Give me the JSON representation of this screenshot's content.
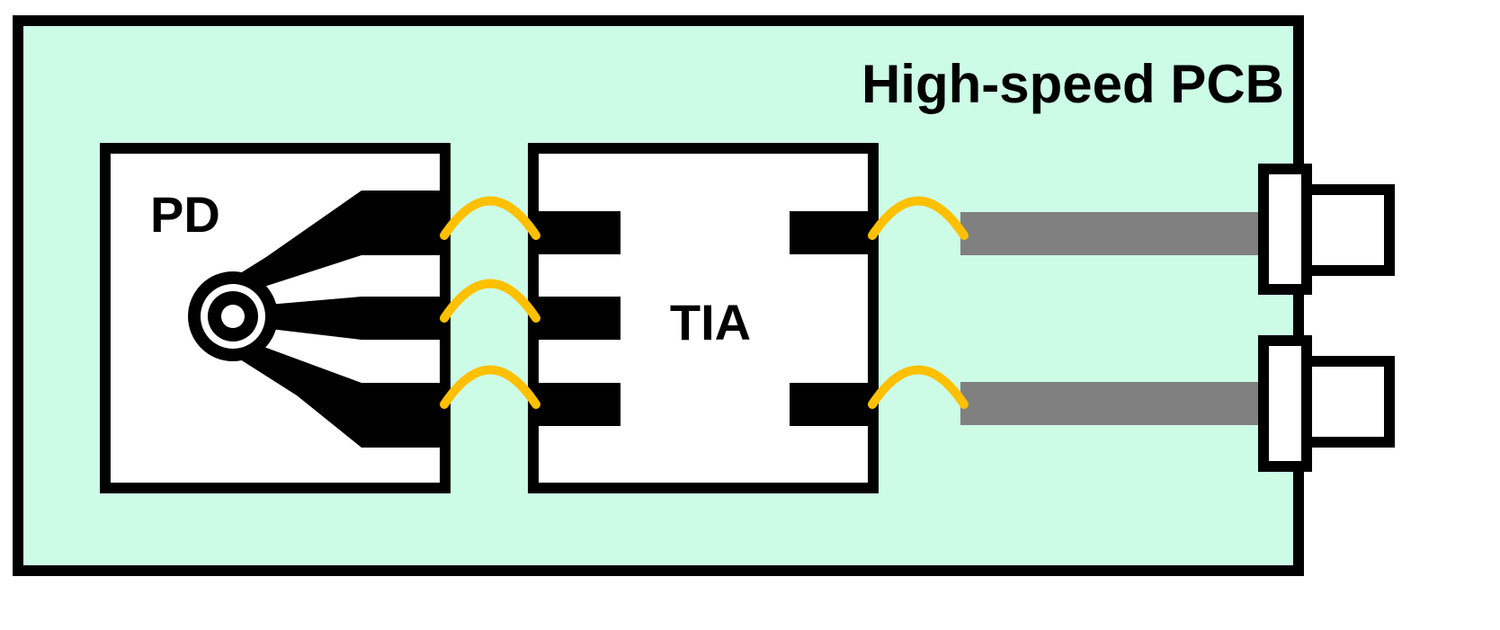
{
  "labels": {
    "pcb": "High-speed PCB",
    "pd": "PD",
    "tia": "TIA"
  },
  "colors": {
    "pcb_fill": "#ccfce6",
    "outline": "#000000",
    "chip_fill": "#ffffff",
    "wirebond": "#ffc000",
    "trace": "#808080"
  },
  "counts": {
    "pd_pads": 3,
    "tia_input_pads": 3,
    "tia_output_pads": 2,
    "wirebonds": 5,
    "output_traces": 2,
    "connectors": 2
  }
}
